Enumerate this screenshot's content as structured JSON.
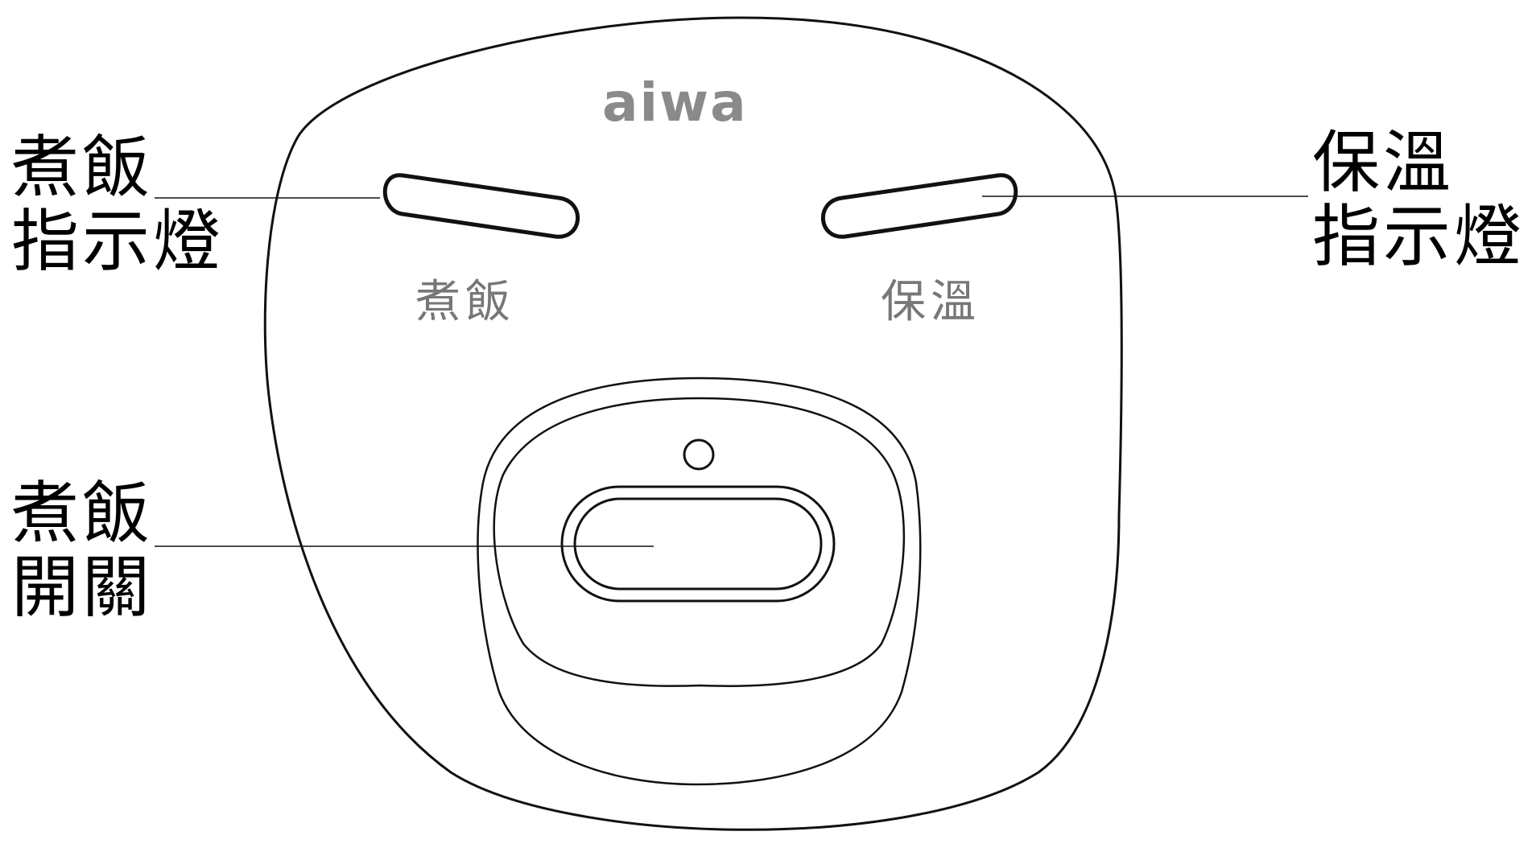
{
  "callouts": {
    "cook_indicator": {
      "line1": "煮飯",
      "line2": "指示燈"
    },
    "warm_indicator": {
      "line1": "保溫",
      "line2": "指示燈"
    },
    "cook_switch": {
      "line1": "煮飯",
      "line2": "開關"
    }
  },
  "panel": {
    "brand": "aiwa",
    "cook_label": "煮飯",
    "warm_label": "保溫"
  },
  "colors": {
    "outline": "#111111",
    "label_gray": "#777777",
    "brand_gray": "#8a8a8a"
  }
}
